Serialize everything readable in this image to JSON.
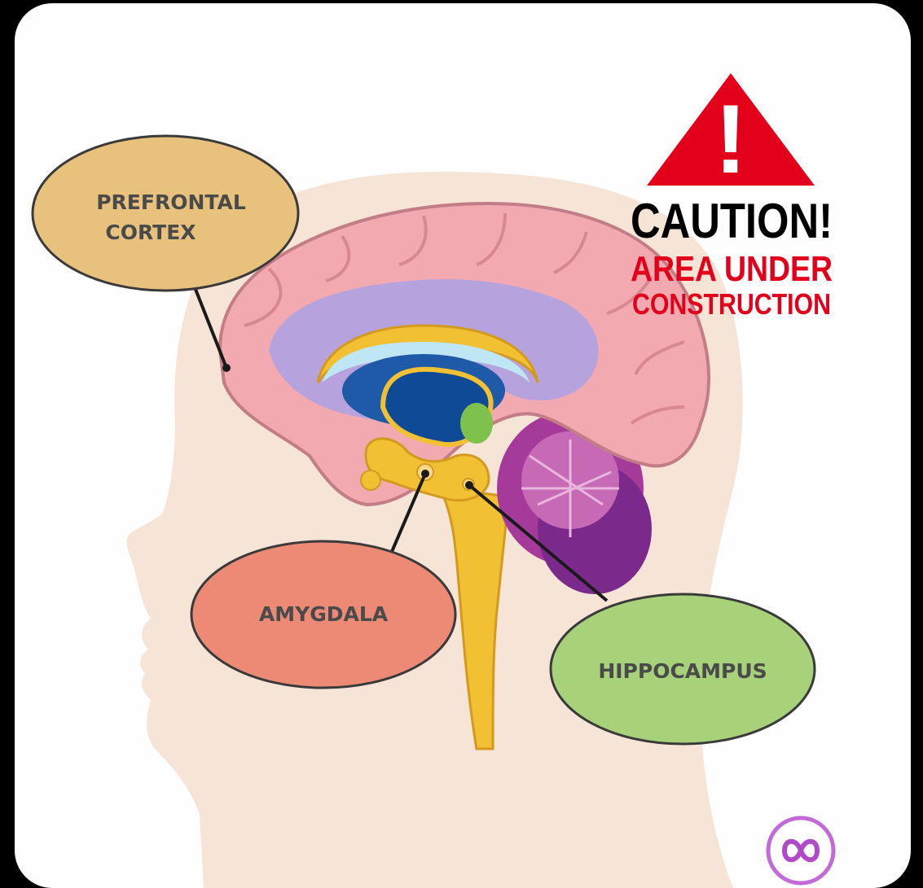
{
  "labels": {
    "prefrontal_line1": "PREFRONTAL",
    "prefrontal_line2": "CORTEX",
    "amygdala": "AMYGDALA",
    "hippocampus": "HIPPOCAMPUS"
  },
  "caution": {
    "symbol": "!",
    "title": "CAUTION!",
    "line1": "AREA UNDER",
    "line2": "CONSTRUCTION"
  },
  "colors": {
    "prefrontal": "#e8c27c",
    "amygdala": "#ec8a76",
    "hippocampus": "#a8d27a",
    "caution_red": "#e3001b",
    "skin": "#f6e4d6",
    "brain_pink": "#f2aab0"
  },
  "icons": {
    "watermark": "infinity-icon",
    "warning": "warning-triangle-icon"
  }
}
